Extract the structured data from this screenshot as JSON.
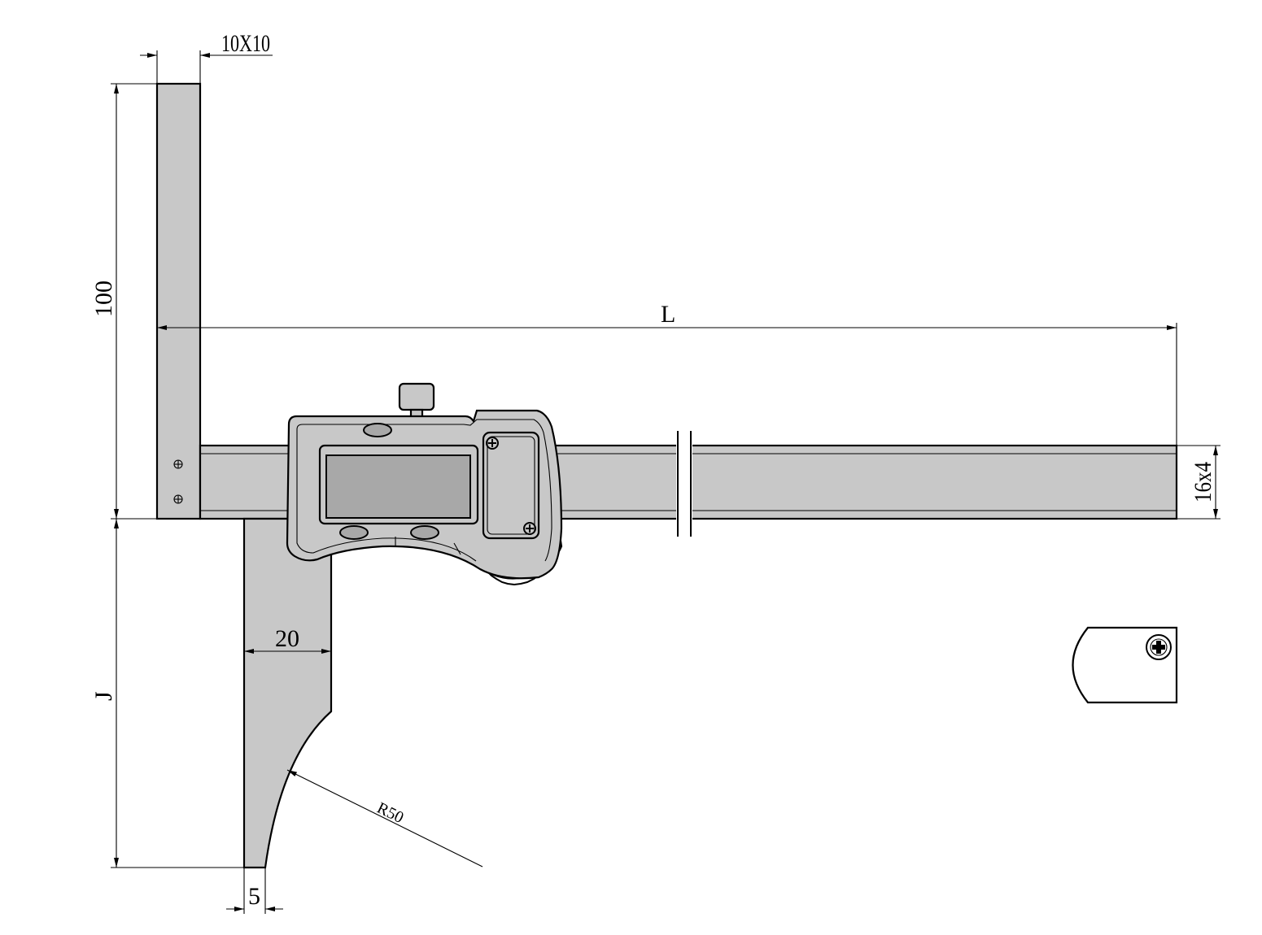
{
  "dimensions": {
    "jaw_section": "10X10",
    "jaw_height": "100",
    "length": "L",
    "beam_section": "16x4",
    "depth": "J",
    "jaw_width": "20",
    "radius": "R50",
    "tip_width": "5"
  },
  "colors": {
    "part_fill": "#c8c8c8",
    "display_fill": "#a8a8a8",
    "line": "#000000",
    "background": "#ffffff"
  },
  "icons": {
    "screw": "phillips-screw-icon",
    "button": "oval-button-icon"
  }
}
